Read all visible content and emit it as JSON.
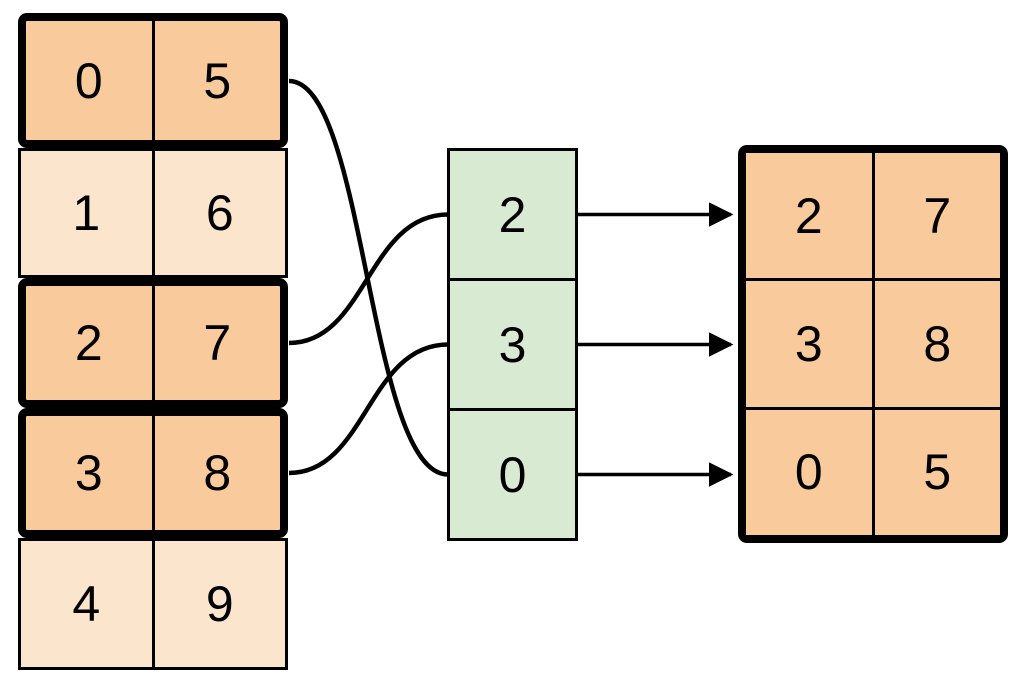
{
  "colors": {
    "highlight_fill": "#F9CB9C",
    "muted_fill": "#FCE5CD",
    "index_fill": "#D9EAD3",
    "line": "#000000",
    "background": "#FFFFFF"
  },
  "source_table": {
    "rows": [
      {
        "left": "0",
        "right": "5",
        "highlighted": true
      },
      {
        "left": "1",
        "right": "6",
        "highlighted": false
      },
      {
        "left": "2",
        "right": "7",
        "highlighted": true
      },
      {
        "left": "3",
        "right": "8",
        "highlighted": true
      },
      {
        "left": "4",
        "right": "9",
        "highlighted": false
      }
    ]
  },
  "index_column": {
    "cells": [
      "2",
      "3",
      "0"
    ]
  },
  "result_table": {
    "rows": [
      {
        "left": "2",
        "right": "7"
      },
      {
        "left": "3",
        "right": "8"
      },
      {
        "left": "0",
        "right": "5"
      }
    ]
  }
}
